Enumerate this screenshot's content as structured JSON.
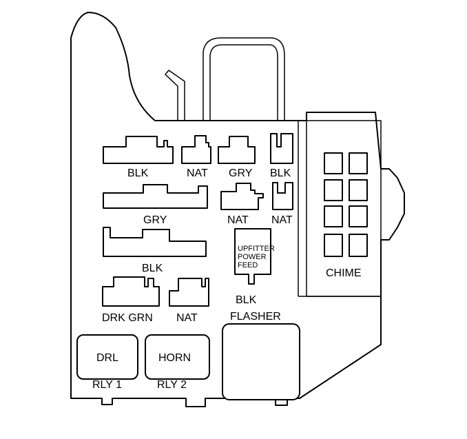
{
  "labels": {
    "conn_blk_1": "BLK",
    "conn_nat_1": "NAT",
    "conn_gry_1": "GRY",
    "conn_blk_2": "BLK",
    "conn_gry_2": "GRY",
    "conn_nat_2": "NAT",
    "conn_nat_3": "NAT",
    "conn_blk_3": "BLK",
    "conn_drk_grn": "DRK GRN",
    "conn_nat_4": "NAT",
    "upfitter_line1": "UPFITTER",
    "upfitter_line2": "POWER",
    "upfitter_line3": "FEED",
    "upfitter_color": "BLK",
    "flasher": "FLASHER",
    "chime": "CHIME",
    "drl": "DRL",
    "horn": "HORN",
    "rly1": "RLY 1",
    "rly2": "RLY 2"
  }
}
